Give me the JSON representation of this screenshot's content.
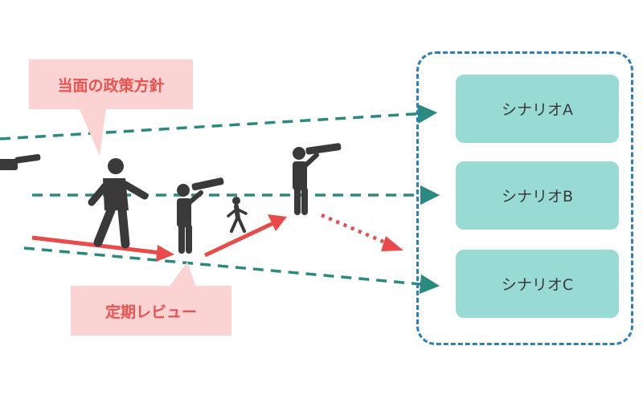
{
  "labels": {
    "current_policy": "当面の政策方針",
    "periodic_review": "定期レビュー"
  },
  "scenarios": [
    {
      "label": "シナリオA"
    },
    {
      "label": "シナリオB"
    },
    {
      "label": "シナリオC"
    }
  ],
  "colors": {
    "dashed_line": "#2a8a80",
    "frame_border": "#2e7fb8",
    "scenario_fill": "#98dbd4",
    "callout_fill": "#fbd3d3",
    "callout_text": "#e8524f",
    "progress_arrow": "#e94b4b",
    "figure": "#3a3a3a"
  },
  "icons": [
    "person-with-telescope-icon",
    "walking-person-icon",
    "arrow-icon"
  ]
}
